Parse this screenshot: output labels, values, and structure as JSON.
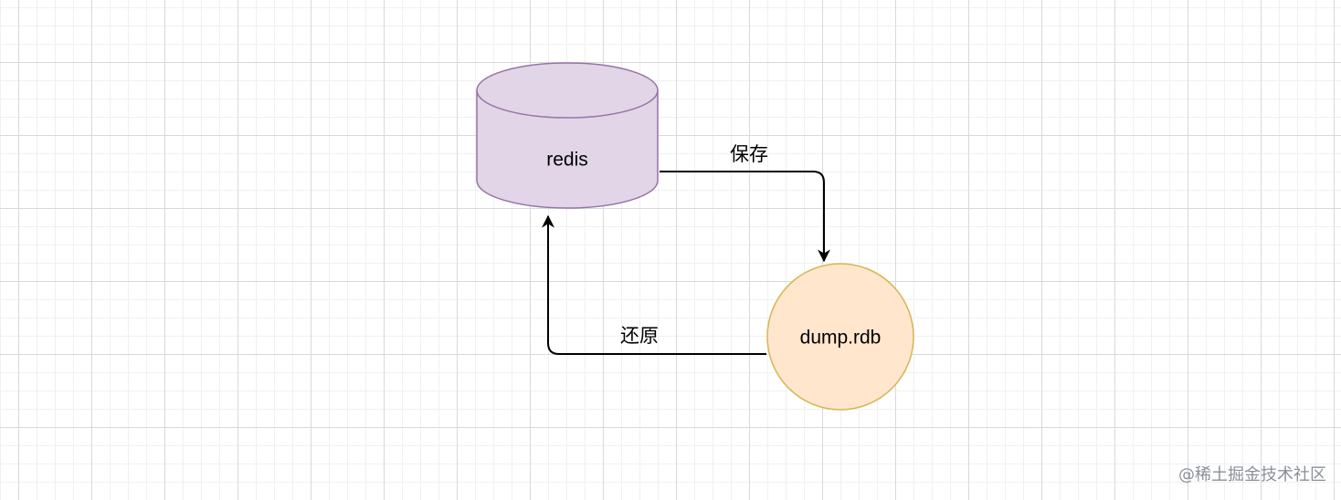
{
  "nodes": {
    "redis": {
      "label": "redis",
      "shape": "cylinder",
      "fill": "#e1d5e7",
      "stroke": "#9673a6"
    },
    "dump": {
      "label": "dump.rdb",
      "shape": "circle",
      "fill": "#ffe6cc",
      "stroke": "#d6b656"
    }
  },
  "edges": {
    "save": {
      "label": "保存",
      "color": "#000000"
    },
    "restore": {
      "label": "还原",
      "color": "#000000"
    }
  },
  "watermark": "@稀土掘金技术社区"
}
